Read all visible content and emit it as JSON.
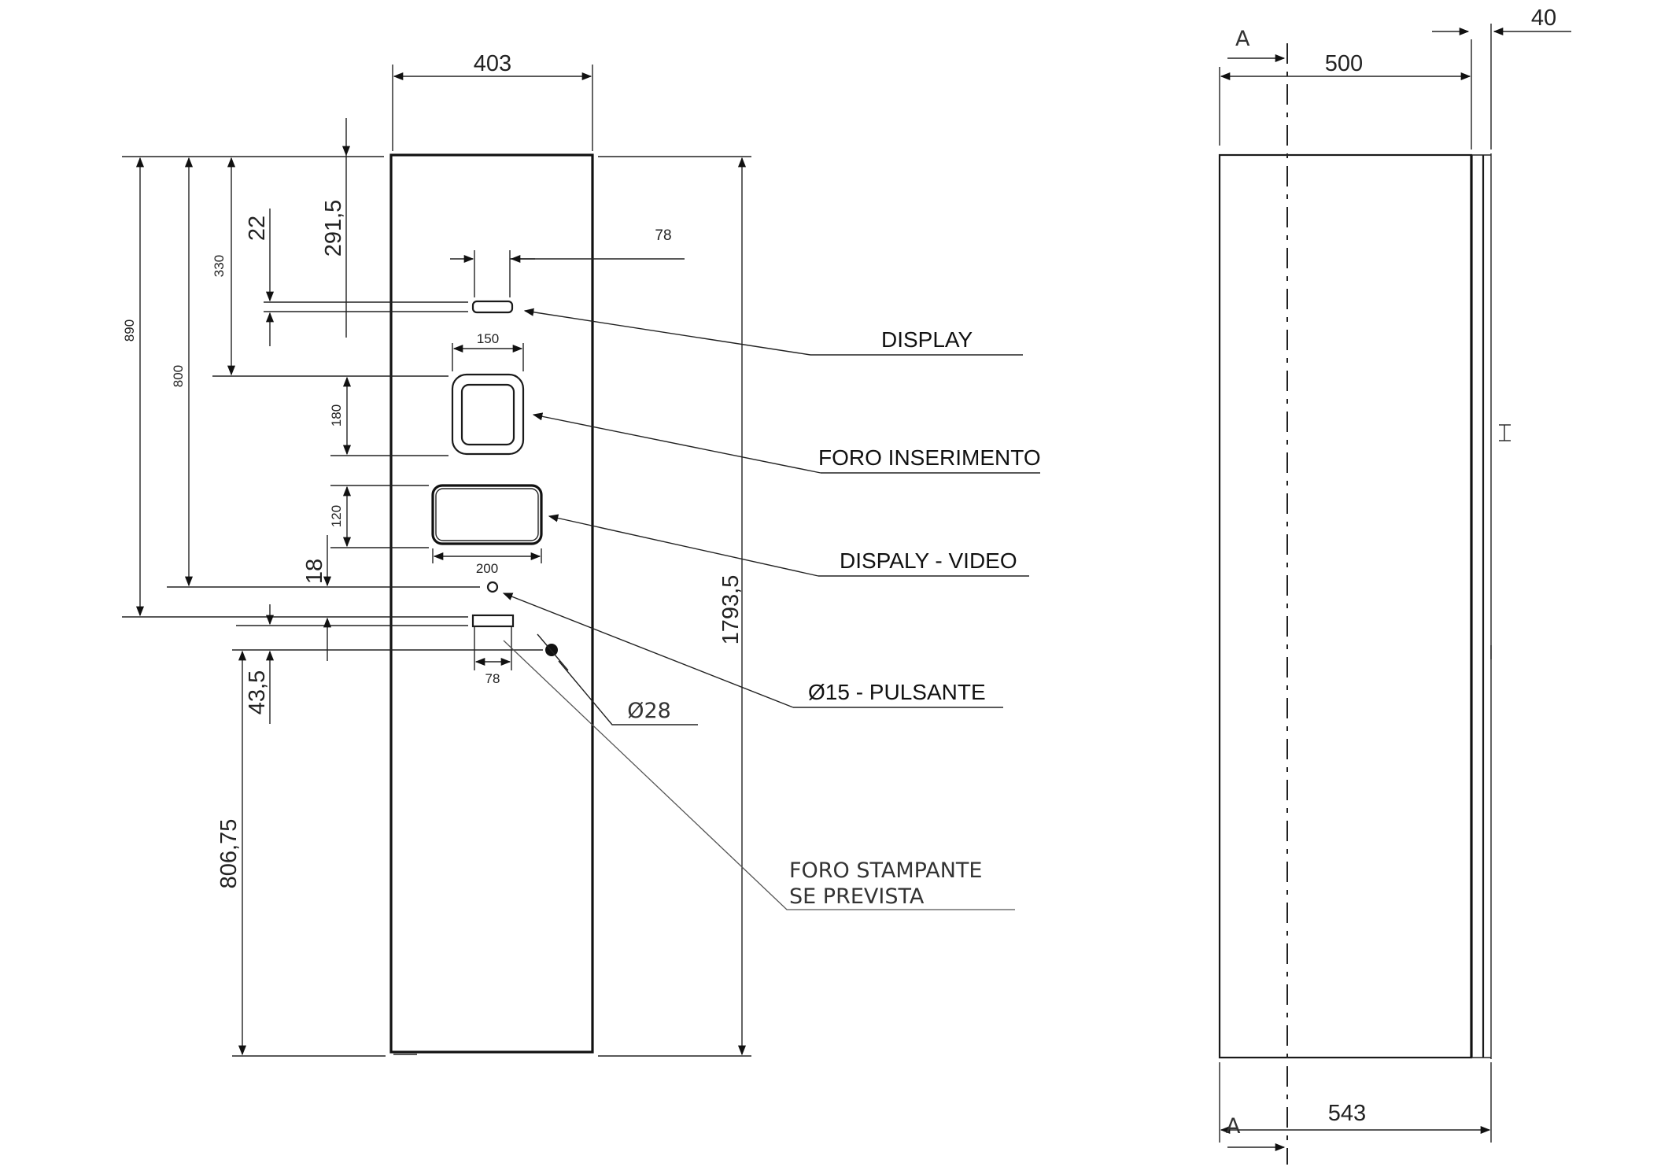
{
  "front_view": {
    "dim_width": "403",
    "dim_total_height": "1793,5",
    "dim_890": "890",
    "dim_800": "800",
    "dim_330": "330",
    "dim_22": "22",
    "dim_291_5": "291,5",
    "dim_78_display": "78",
    "dim_150": "150",
    "dim_180": "180",
    "dim_120": "120",
    "dim_200": "200",
    "dim_18": "18",
    "dim_43_5": "43,5",
    "dim_78_printer": "78",
    "dim_806_75": "806,75",
    "dim_diameter_28": "Ø28"
  },
  "callouts": {
    "display": "DISPLAY",
    "foro_inserimento": "FORO INSERIMENTO",
    "display_video": "DISPALY - VIDEO",
    "pulsante": "Ø15 - PULSANTE",
    "foro_stampante_line1": "FORO STAMPANTE",
    "foro_stampante_line2": "SE PREVISTA"
  },
  "side_view": {
    "section_mark_top": "A",
    "section_mark_bottom": "A",
    "dim_500": "500",
    "dim_40": "40",
    "dim_543": "543"
  }
}
